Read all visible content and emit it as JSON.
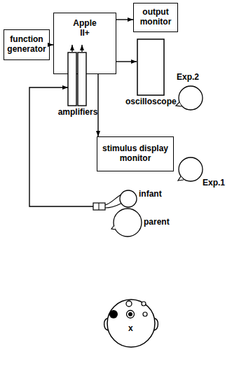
{
  "diagram": {
    "nodes": [
      {
        "text": [
          "function generator"
        ]
      },
      {
        "text": [
          "Apple II+"
        ]
      },
      {
        "text": [
          "output monitor"
        ]
      },
      {
        "text": [
          "oscilloscope"
        ]
      },
      {
        "text": [
          "amplifiers"
        ]
      },
      {
        "text": [
          "stimulus display monitor"
        ]
      }
    ],
    "edges": [
      {
        "from": 0,
        "to": 1,
        "arrow": "to"
      },
      {
        "from": 1,
        "to": 2,
        "arrow": "to"
      },
      {
        "from": 1,
        "to": 3,
        "arrow": "to"
      },
      {
        "from": 1,
        "to": 5,
        "arrow": "to"
      }
    ],
    "labels": [
      "Exp.2",
      "Exp.1",
      "infant",
      "parent",
      "x"
    ]
  }
}
